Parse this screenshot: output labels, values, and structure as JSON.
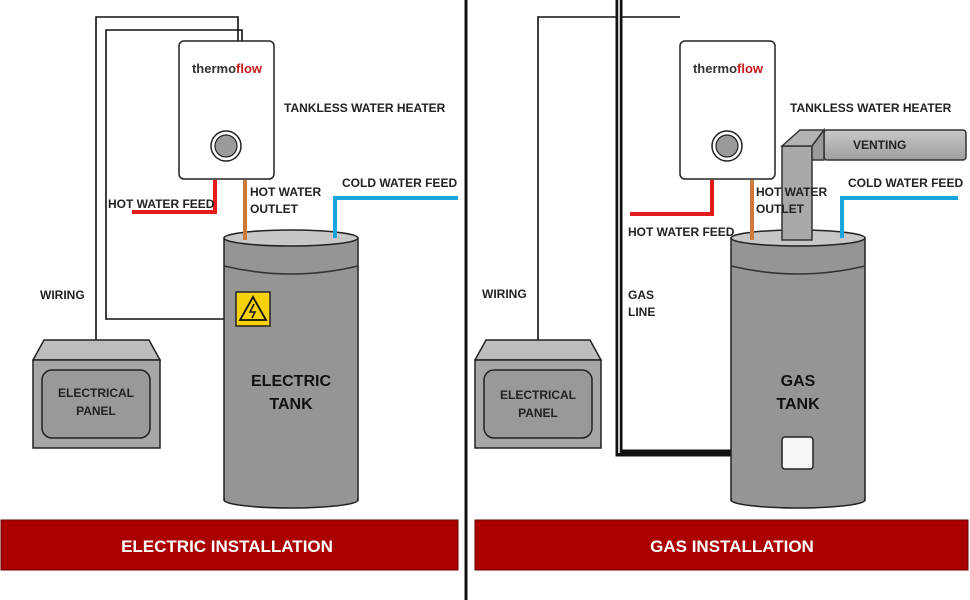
{
  "colors": {
    "hot": "#e41b1b",
    "cold": "#18a6dc",
    "copper": "#cc7a3a",
    "banner": "#aa0000",
    "tank": "#959595",
    "panel": "#a6a6a6"
  },
  "brand": {
    "part1": "thermo",
    "part2": "flow"
  },
  "electric": {
    "heater_label": "TANKLESS WATER HEATER",
    "hot_feed": "HOT WATER FEED",
    "outlet_line1": "HOT WATER",
    "outlet_line2": "OUTLET",
    "cold_feed": "COLD WATER FEED",
    "wiring": "WIRING",
    "panel_line1": "ELECTRICAL",
    "panel_line2": "PANEL",
    "tank_line1": "ELECTRIC",
    "tank_line2": "TANK",
    "banner": "ELECTRIC INSTALLATION",
    "hazard_icon": "high-voltage-warning-icon"
  },
  "gas": {
    "heater_label": "TANKLESS WATER HEATER",
    "venting": "VENTING",
    "hot_feed": "HOT WATER FEED",
    "outlet_line1": "HOT WATER",
    "outlet_line2": "OUTLET",
    "cold_feed": "COLD WATER FEED",
    "wiring": "WIRING",
    "gas_line1": "GAS",
    "gas_line2": "LINE",
    "panel_line1": "ELECTRICAL",
    "panel_line2": "PANEL",
    "tank_line1": "GAS",
    "tank_line2": "TANK",
    "banner": "GAS INSTALLATION"
  }
}
